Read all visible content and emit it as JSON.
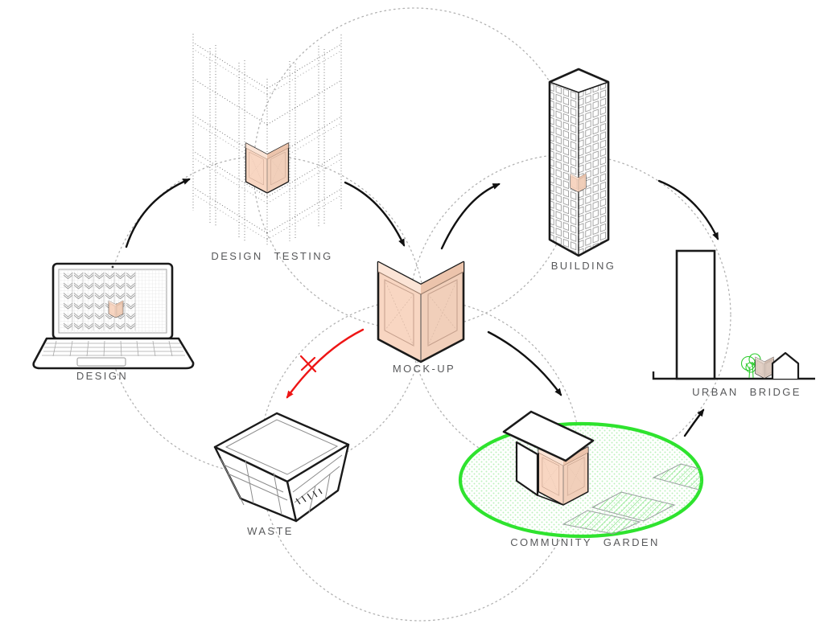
{
  "nodes": [
    {
      "id": "design",
      "label": "DESIGN"
    },
    {
      "id": "design-testing",
      "label": "DESIGN TESTING"
    },
    {
      "id": "mock-up",
      "label": "MOCK-UP"
    },
    {
      "id": "building",
      "label": "BUILDING"
    },
    {
      "id": "urban-bridge",
      "label": "URBAN BRIDGE"
    },
    {
      "id": "waste",
      "label": "WASTE"
    },
    {
      "id": "community-garden",
      "label": "COMMUNITY GARDEN"
    }
  ],
  "connections": [
    {
      "from": "design",
      "to": "design-testing",
      "style": "solid-black-arrow"
    },
    {
      "from": "design-testing",
      "to": "mock-up",
      "style": "solid-black-arrow"
    },
    {
      "from": "mock-up",
      "to": "building",
      "style": "solid-black-arrow"
    },
    {
      "from": "building",
      "to": "urban-bridge",
      "style": "solid-black-arrow"
    },
    {
      "from": "mock-up",
      "to": "community-garden",
      "style": "solid-black-arrow"
    },
    {
      "from": "community-garden",
      "to": "urban-bridge",
      "style": "solid-black-arrow"
    },
    {
      "from": "mock-up",
      "to": "waste",
      "style": "red-arrow-crossed-out"
    }
  ],
  "colors": {
    "panel_fill": "#F8D6C2",
    "panel_rim_light": "#FBE4D6",
    "panel_frame": "#C49F8C",
    "outline_black": "#1a1a1a",
    "arrow_black": "#111111",
    "reject_red": "#EE1515",
    "garden_green": "#2EE32E",
    "garden_hatch": "#6FDF6F",
    "dashed_line": "#b2b2b2",
    "label_gray": "#58595B"
  }
}
